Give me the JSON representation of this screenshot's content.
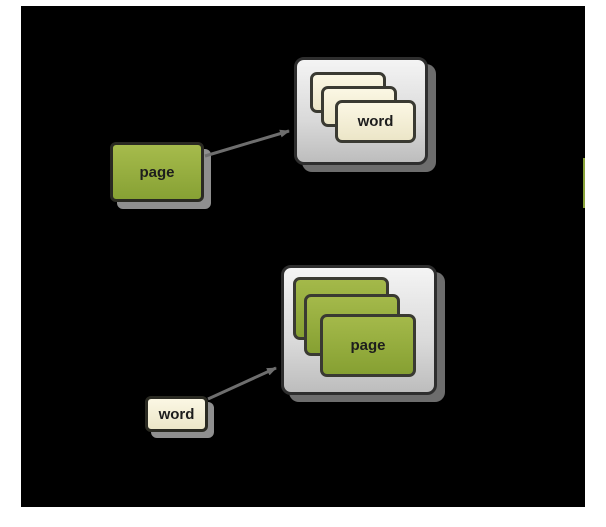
{
  "diagram": {
    "type": "concept-mapping",
    "colors": {
      "background": "#000000",
      "page_node": "#96ad3f",
      "word_node": "#f5f0d8",
      "container": "#e0e0e0",
      "arrow": "#6e6e6e"
    },
    "top_row": {
      "source": {
        "label": "page",
        "kind": "page"
      },
      "target": {
        "label": "word",
        "kind": "word",
        "stacked": true,
        "stack_count": 3
      },
      "edge": {
        "from": "page",
        "to": "word-collection"
      }
    },
    "bottom_row": {
      "source": {
        "label": "word",
        "kind": "word"
      },
      "target": {
        "label": "page",
        "kind": "page",
        "stacked": true,
        "stack_count": 3
      },
      "edge": {
        "from": "word",
        "to": "page-collection"
      }
    }
  }
}
